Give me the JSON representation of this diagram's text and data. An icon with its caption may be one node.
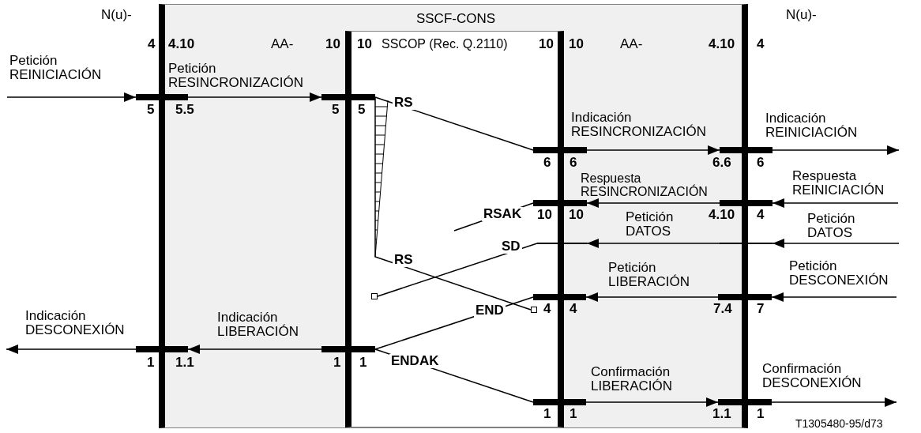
{
  "diagram": {
    "nodes": [
      {
        "text": [
          "SSCF-CONS"
        ]
      },
      {
        "text": [
          "SSCOP (Rec. Q.2110)"
        ],
        "in": 0
      },
      {
        "text": [],
        "shape": "bar",
        "beside": [
          "5",
          "5.5"
        ]
      },
      {
        "text": [],
        "shape": "bar",
        "in": 0,
        "beside": [
          "5",
          "5"
        ]
      },
      {
        "text": [],
        "shape": "bar",
        "in": 0,
        "beside": [
          "6",
          "6"
        ]
      },
      {
        "text": [],
        "shape": "bar",
        "beside": [
          "6.6",
          "6"
        ]
      },
      {
        "text": [],
        "shape": "bar",
        "in": 0,
        "beside": [
          "10",
          "10"
        ]
      },
      {
        "text": [],
        "shape": "bar",
        "beside": [
          "4.10",
          "4"
        ]
      },
      {
        "text": [],
        "shape": "bar",
        "in": 0,
        "beside": [
          "4",
          "4"
        ]
      },
      {
        "text": [],
        "shape": "bar",
        "beside": [
          "7.4",
          "7"
        ]
      },
      {
        "text": [],
        "shape": "bar",
        "in": 0,
        "beside": [
          "1",
          "1"
        ]
      },
      {
        "text": [],
        "shape": "bar",
        "beside": [
          "1",
          "1.1"
        ]
      },
      {
        "text": [],
        "shape": "bar",
        "in": 0,
        "beside": [
          "1",
          "1"
        ]
      },
      {
        "text": [],
        "shape": "bar",
        "beside": [
          "1.1",
          "1"
        ]
      },
      {
        "text": [],
        "shape": "box",
        "in": 1
      },
      {
        "text": [],
        "shape": "box",
        "in": 1
      },
      {
        "text": [],
        "shape": "bar"
      },
      {
        "text": [],
        "shape": "bar",
        "in": 0
      }
    ],
    "edges": [
      {
        "from": null,
        "to": 2,
        "arrow": "to",
        "label": "Petición REINICIACIÓN"
      },
      {
        "from": 2,
        "to": 3,
        "arrow": "to",
        "label": "Petición RESINCRONIZACIÓN"
      },
      {
        "from": 3,
        "to": 4,
        "arrow": "none",
        "label": "RS"
      },
      {
        "from": 4,
        "to": 5,
        "arrow": "to",
        "label": "Indicación RESINCRONIZACIÓN"
      },
      {
        "from": 5,
        "to": null,
        "arrow": "to",
        "label": "Indicación REINICIACIÓN"
      },
      {
        "from": null,
        "to": 7,
        "arrow": "to",
        "label": "Respuesta REINICIACIÓN"
      },
      {
        "from": 7,
        "to": 6,
        "arrow": "to",
        "label": "Respuesta RESINCRONIZACIÓN"
      },
      {
        "from": 6,
        "to": null,
        "arrow": "none",
        "label": "RSAK"
      },
      {
        "from": null,
        "to": 16,
        "arrow": "to",
        "label": "Petición DATOS"
      },
      {
        "from": 16,
        "to": 17,
        "arrow": "to",
        "label": "Petición DATOS"
      },
      {
        "from": 17,
        "to": 14,
        "arrow": "none",
        "label": "SD"
      },
      {
        "from": 3,
        "to": 15,
        "arrow": "none",
        "label": "RS"
      },
      {
        "from": null,
        "to": 9,
        "arrow": "to",
        "label": "Petición DESCONEXIÓN"
      },
      {
        "from": 9,
        "to": 8,
        "arrow": "to",
        "label": "Petición LIBERACIÓN"
      },
      {
        "from": 8,
        "to": 10,
        "arrow": "none",
        "label": "END"
      },
      {
        "from": 10,
        "to": 11,
        "arrow": "to",
        "label": "Indicación LIBERACIÓN"
      },
      {
        "from": 11,
        "to": null,
        "arrow": "to",
        "label": "Indicación DESCONEXIÓN"
      },
      {
        "from": 10,
        "to": 12,
        "arrow": "none",
        "label": "ENDAK"
      },
      {
        "from": 12,
        "to": 13,
        "arrow": "to",
        "label": "Confirmación LIBERACIÓN"
      },
      {
        "from": 13,
        "to": null,
        "arrow": "to",
        "label": "Confirmación DESCONEXIÓN"
      }
    ],
    "labels": [
      "N(u)-",
      "N(u)-",
      "4",
      "4.10",
      "AA-",
      "10",
      "10",
      "10",
      "10",
      "AA-",
      "4.10",
      "4",
      "T1305480-95/d73"
    ]
  }
}
